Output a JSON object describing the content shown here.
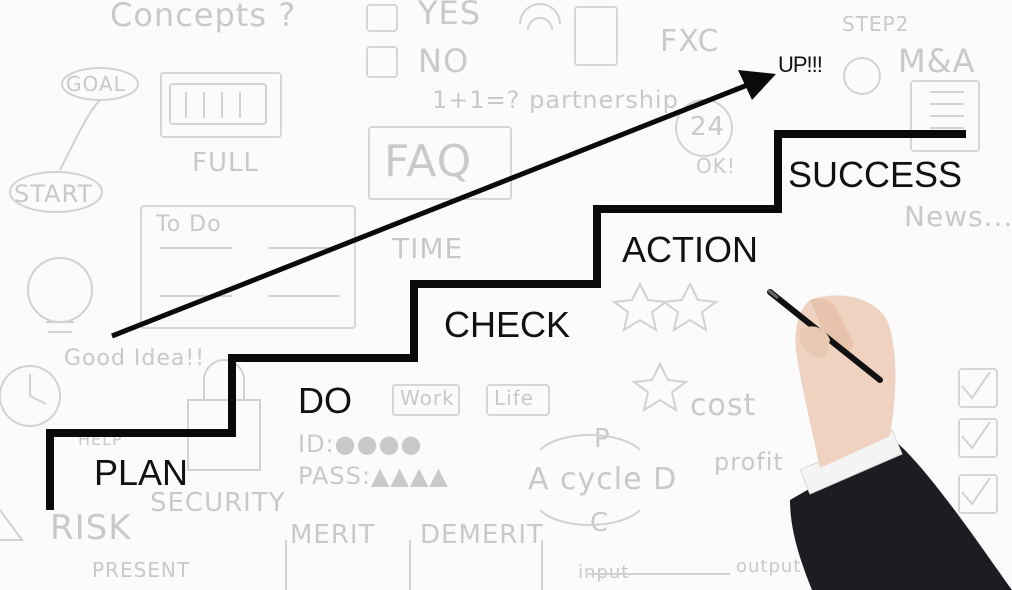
{
  "background_doodles": [
    {
      "id": "concepts",
      "text": "Concepts ?"
    },
    {
      "id": "yes",
      "text": "YES"
    },
    {
      "id": "no",
      "text": "NO"
    },
    {
      "id": "fxc",
      "text": "FXC"
    },
    {
      "id": "step2",
      "text": "STEP2"
    },
    {
      "id": "ma",
      "text": "M&A"
    },
    {
      "id": "goal",
      "text": "GOAL"
    },
    {
      "id": "full",
      "text": "FULL"
    },
    {
      "id": "equation",
      "text": "1+1=? partnership"
    },
    {
      "id": "faq",
      "text": "FAQ"
    },
    {
      "id": "h24",
      "text": "24"
    },
    {
      "id": "ok",
      "text": "OK!"
    },
    {
      "id": "start",
      "text": "START"
    },
    {
      "id": "news",
      "text": "News..."
    },
    {
      "id": "todo",
      "text": "To Do"
    },
    {
      "id": "time",
      "text": "TIME"
    },
    {
      "id": "good-idea",
      "text": "Good Idea!!"
    },
    {
      "id": "work",
      "text": "Work"
    },
    {
      "id": "life",
      "text": "Life"
    },
    {
      "id": "cost",
      "text": "cost"
    },
    {
      "id": "id",
      "text": "ID:●●●●"
    },
    {
      "id": "pass",
      "text": "PASS:▲▲▲▲"
    },
    {
      "id": "cycle",
      "text": "A cycle D"
    },
    {
      "id": "p",
      "text": "P"
    },
    {
      "id": "c",
      "text": "C"
    },
    {
      "id": "profit",
      "text": "profit"
    },
    {
      "id": "help",
      "text": "HELP"
    },
    {
      "id": "security",
      "text": "SECURITY"
    },
    {
      "id": "risk",
      "text": "RISK"
    },
    {
      "id": "merit",
      "text": "MERIT"
    },
    {
      "id": "demerit",
      "text": "DEMERIT"
    },
    {
      "id": "present",
      "text": "PRESENT"
    },
    {
      "id": "input",
      "text": "input"
    },
    {
      "id": "output",
      "text": "output"
    }
  ],
  "staircase": {
    "steps": [
      {
        "id": "plan",
        "label": "PLAN"
      },
      {
        "id": "do",
        "label": "DO"
      },
      {
        "id": "check",
        "label": "CHECK"
      },
      {
        "id": "action",
        "label": "ACTION"
      },
      {
        "id": "success",
        "label": "SUCCESS"
      }
    ],
    "arrow_label": "UP!!!",
    "line_color": "#0a0a0a"
  },
  "colors": {
    "doodle": "#c9c9c9",
    "suit": "#1b1d22",
    "skin": "#efd2bf",
    "cuff": "#f4f4f4"
  }
}
